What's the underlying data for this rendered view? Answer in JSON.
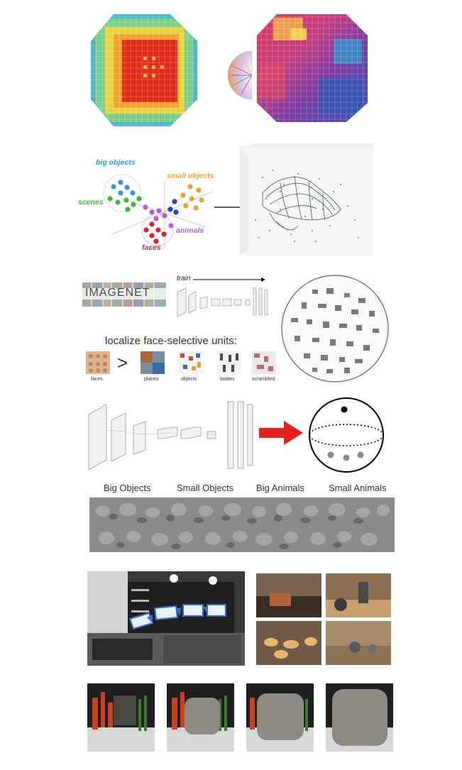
{
  "clusters": {
    "big_objects": "big objects",
    "small_objects": "small objects",
    "scenes": "scenes",
    "animals": "animals",
    "faces": "faces",
    "colors": {
      "big_objects": "#2a9ad8",
      "small_objects": "#f3a12d",
      "scenes": "#44b53c",
      "animals": "#b25fd9",
      "faces": "#d8262d"
    }
  },
  "imagenet": {
    "logo": "IMAGENET",
    "train_label": "train"
  },
  "localize": {
    "title": "localize face-selective units:",
    "comparator": ">",
    "categories": [
      "faces",
      "places",
      "objects",
      "bodies",
      "scrambled"
    ]
  },
  "features": {
    "headers": [
      "Big Objects",
      "Small Objects",
      "Big Animals",
      "Small Animals"
    ]
  },
  "colors": {
    "accent_arrow": "#e5211d",
    "heatmap_core": "#e02a1c",
    "heatmap_ring": "#f0c238",
    "heatmap_outer": "#5fc6a8"
  }
}
